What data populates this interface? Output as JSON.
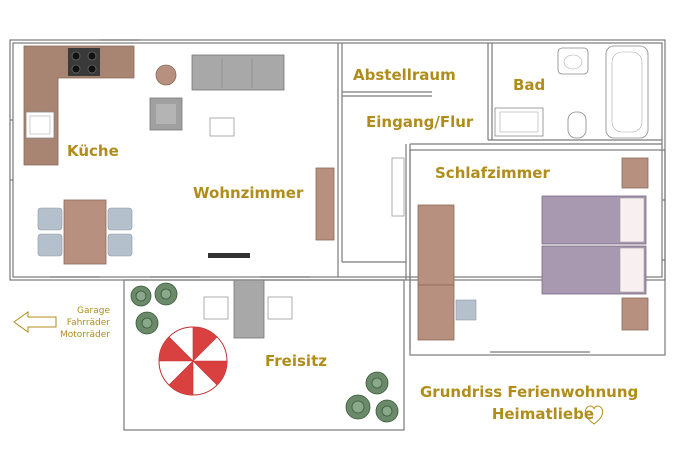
{
  "rooms": {
    "kitchen": "Küche",
    "living": "Wohnzimmer",
    "storage": "Abstellraum",
    "bath": "Bad",
    "hall": "Eingang/Flur",
    "bedroom": "Schlafzimmer",
    "terrace": "Freisitz"
  },
  "garage_note": [
    "Garage",
    "Fahrräder",
    "Motorräder"
  ],
  "plan_title": {
    "line1": "Grundriss Ferienwohnung",
    "line2": "Heimatliebe",
    "heart_icon": "heart-outline-icon"
  },
  "colors": {
    "label": "#b08d1a",
    "wall": "#7a7a7a",
    "wood": "#b89080",
    "counter": "#a88572",
    "sofa": "#a8a8a8",
    "blue_chair": "#b4c0cc",
    "bed": "#a898b0",
    "umbrella": "#d94040",
    "plant": "#6a8a6a"
  }
}
